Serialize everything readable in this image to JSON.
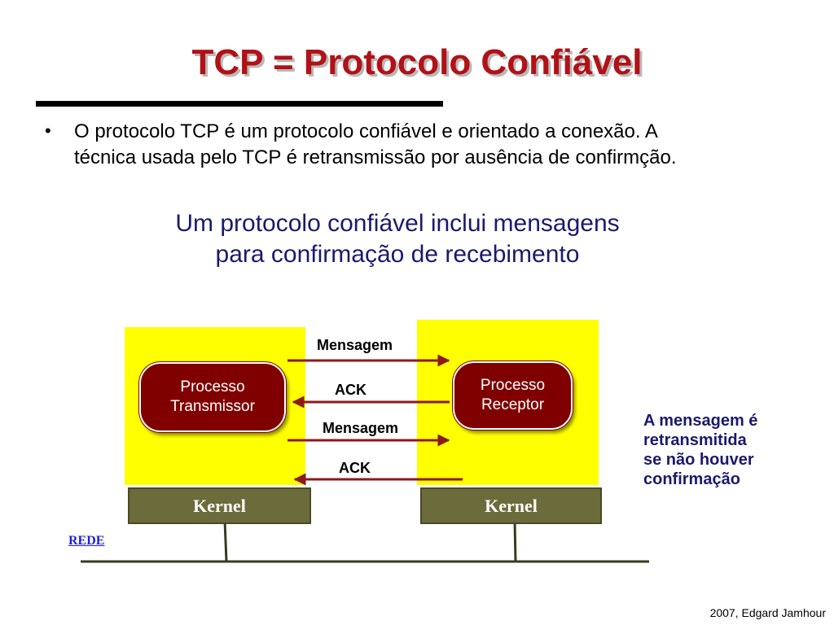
{
  "title": "TCP = Protocolo Confiável",
  "bullet": {
    "line1": "O protocolo TCP é um protocolo confiável e orientado a conexão. A",
    "line2": "técnica usada pelo TCP é retransmissão por ausência de confirmção."
  },
  "subtitle": {
    "line1": "Um protocolo confiável inclui mensagens",
    "line2": "para confirmação de recebimento"
  },
  "diagram": {
    "transmitter": {
      "line1": "Processo",
      "line2": "Transmissor"
    },
    "receiver": {
      "line1": "Processo",
      "line2": "Receptor"
    },
    "kernel_left": "Kernel",
    "kernel_right": "Kernel",
    "messages": [
      {
        "label": "Mensagem",
        "direction": "right"
      },
      {
        "label": "ACK",
        "direction": "left"
      },
      {
        "label": "Mensagem",
        "direction": "right"
      },
      {
        "label": "ACK",
        "direction": "left"
      }
    ],
    "network_label": "REDE"
  },
  "note": {
    "line1": "A mensagem é",
    "line2": "retransmitida",
    "line3": "se não houver",
    "line4": "confirmação"
  },
  "credit": "2007, Edgard Jamhour",
  "colors": {
    "title": "#b01217",
    "subtitle": "#1a1a6e",
    "highlight": "#ffff00",
    "process": "#800000",
    "kernel": "#6b6b3b",
    "arrow": "#8b1a1a",
    "network_label": "#1f1fd6"
  }
}
